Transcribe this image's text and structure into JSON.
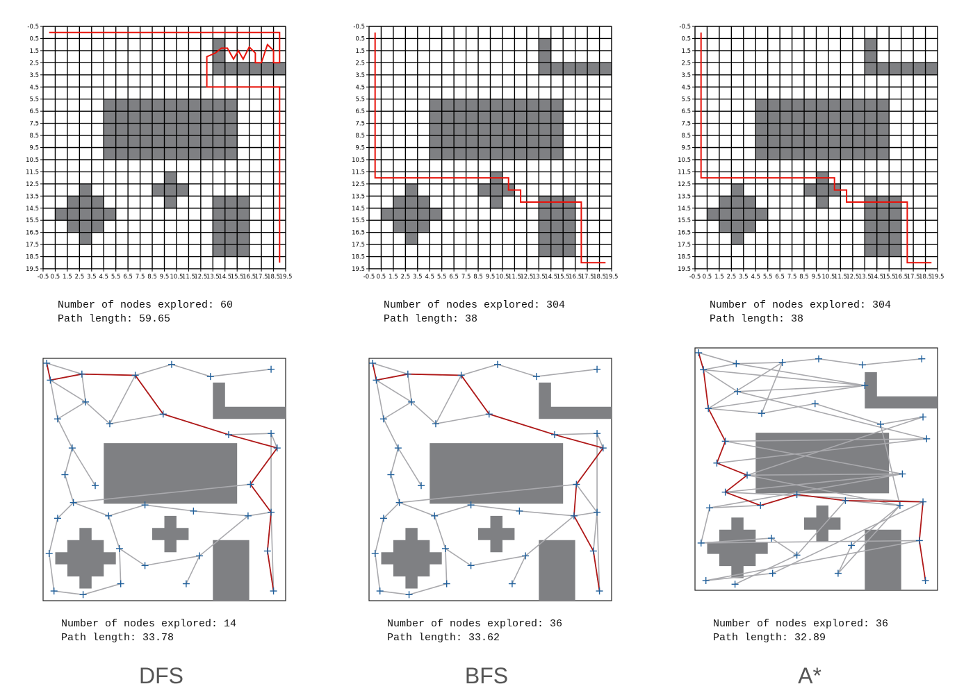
{
  "colors": {
    "path": "#e8120a",
    "roadmap_path": "#b01818",
    "obstacle": "#7f8083",
    "grid": "#000000",
    "edge": "#a9a9ad",
    "node": "#1f5f9b"
  },
  "grid": {
    "size": 20,
    "ytick_labels": [
      "-0.5",
      "0.5",
      "1.5",
      "2.5",
      "3.5",
      "4.5",
      "5.5",
      "6.5",
      "7.5",
      "8.5",
      "9.5",
      "10.5",
      "11.5",
      "12.5",
      "13.5",
      "14.5",
      "15.5",
      "16.5",
      "17.5",
      "18.5",
      "19.5"
    ],
    "xtick_labels": [
      "-0.5",
      "0.5",
      "1.5",
      "2.5",
      "3.5",
      "4.5",
      "5.5",
      "6.5",
      "7.5",
      "8.5",
      "9.5",
      "10.5",
      "11.5",
      "12.5",
      "13.5",
      "14.5",
      "15.5",
      "16.5",
      "17.5",
      "18.5",
      "19.5"
    ],
    "obstacle_cells": [
      [
        14,
        1
      ],
      [
        14,
        2
      ],
      [
        14,
        3
      ],
      [
        15,
        3
      ],
      [
        16,
        3
      ],
      [
        17,
        3
      ],
      [
        18,
        3
      ],
      [
        19,
        3
      ],
      [
        5,
        6
      ],
      [
        6,
        6
      ],
      [
        7,
        6
      ],
      [
        8,
        6
      ],
      [
        9,
        6
      ],
      [
        10,
        6
      ],
      [
        11,
        6
      ],
      [
        12,
        6
      ],
      [
        13,
        6
      ],
      [
        14,
        6
      ],
      [
        15,
        6
      ],
      [
        5,
        7
      ],
      [
        6,
        7
      ],
      [
        7,
        7
      ],
      [
        8,
        7
      ],
      [
        9,
        7
      ],
      [
        10,
        7
      ],
      [
        11,
        7
      ],
      [
        12,
        7
      ],
      [
        13,
        7
      ],
      [
        14,
        7
      ],
      [
        15,
        7
      ],
      [
        5,
        8
      ],
      [
        6,
        8
      ],
      [
        7,
        8
      ],
      [
        8,
        8
      ],
      [
        9,
        8
      ],
      [
        10,
        8
      ],
      [
        11,
        8
      ],
      [
        12,
        8
      ],
      [
        13,
        8
      ],
      [
        14,
        8
      ],
      [
        15,
        8
      ],
      [
        5,
        9
      ],
      [
        6,
        9
      ],
      [
        7,
        9
      ],
      [
        8,
        9
      ],
      [
        9,
        9
      ],
      [
        10,
        9
      ],
      [
        11,
        9
      ],
      [
        12,
        9
      ],
      [
        13,
        9
      ],
      [
        14,
        9
      ],
      [
        15,
        9
      ],
      [
        5,
        10
      ],
      [
        6,
        10
      ],
      [
        7,
        10
      ],
      [
        8,
        10
      ],
      [
        9,
        10
      ],
      [
        10,
        10
      ],
      [
        11,
        10
      ],
      [
        12,
        10
      ],
      [
        13,
        10
      ],
      [
        14,
        10
      ],
      [
        15,
        10
      ],
      [
        10,
        12
      ],
      [
        9,
        13
      ],
      [
        10,
        13
      ],
      [
        11,
        13
      ],
      [
        10,
        14
      ],
      [
        3,
        13
      ],
      [
        2,
        14
      ],
      [
        3,
        14
      ],
      [
        4,
        14
      ],
      [
        1,
        15
      ],
      [
        2,
        15
      ],
      [
        3,
        15
      ],
      [
        4,
        15
      ],
      [
        5,
        15
      ],
      [
        2,
        16
      ],
      [
        3,
        16
      ],
      [
        4,
        16
      ],
      [
        3,
        17
      ],
      [
        14,
        14
      ],
      [
        15,
        14
      ],
      [
        16,
        14
      ],
      [
        14,
        15
      ],
      [
        15,
        15
      ],
      [
        16,
        15
      ],
      [
        14,
        16
      ],
      [
        15,
        16
      ],
      [
        16,
        16
      ],
      [
        14,
        17
      ],
      [
        15,
        17
      ],
      [
        16,
        17
      ],
      [
        14,
        18
      ],
      [
        15,
        18
      ],
      [
        16,
        18
      ]
    ]
  },
  "panels": [
    {
      "name": "DFS",
      "grid_path": [
        [
          0,
          0
        ],
        [
          19,
          0
        ],
        [
          19,
          2.5
        ],
        [
          18.5,
          2.5
        ],
        [
          18.5,
          1.5
        ],
        [
          18,
          1
        ],
        [
          17.5,
          2.5
        ],
        [
          17,
          2.5
        ],
        [
          17,
          1.7
        ],
        [
          16.5,
          1.2
        ],
        [
          16,
          2.2
        ],
        [
          15.6,
          1.5
        ],
        [
          15.2,
          2.2
        ],
        [
          14.7,
          1.3
        ],
        [
          14.2,
          1.3
        ],
        [
          13.7,
          1.7
        ],
        [
          13,
          2
        ],
        [
          13,
          4.5
        ],
        [
          19,
          4.5
        ],
        [
          19,
          19
        ]
      ],
      "grid_stats": [
        "Number of nodes explored: 60",
        "Path length: 59.65"
      ],
      "roadmap_stats": [
        "Number of nodes explored: 14",
        "Path length: 33.78"
      ]
    },
    {
      "name": "BFS",
      "grid_path": [
        [
          0,
          0
        ],
        [
          0,
          12
        ],
        [
          11,
          12
        ],
        [
          11,
          13
        ],
        [
          12,
          13
        ],
        [
          12,
          14
        ],
        [
          17,
          14
        ],
        [
          17,
          19
        ],
        [
          19,
          19
        ]
      ],
      "grid_stats": [
        "Number of nodes explored: 304",
        "Path length: 38"
      ],
      "roadmap_stats": [
        "Number of nodes explored: 36",
        "Path length: 33.62"
      ]
    },
    {
      "name": "A*",
      "grid_path": [
        [
          0,
          0
        ],
        [
          0,
          12
        ],
        [
          11,
          12
        ],
        [
          11,
          13
        ],
        [
          12,
          13
        ],
        [
          12,
          14
        ],
        [
          17,
          14
        ],
        [
          17,
          19
        ],
        [
          19,
          19
        ]
      ],
      "grid_stats": [
        "Number of nodes explored: 304",
        "Path length: 38"
      ],
      "roadmap_stats": [
        "Number of nodes explored: 36",
        "Path length: 32.89"
      ]
    }
  ],
  "roadmap": {
    "obstacles": [
      [
        [
          14,
          2
        ],
        [
          15,
          2
        ],
        [
          15,
          4
        ],
        [
          20,
          4
        ],
        [
          20,
          5
        ],
        [
          14,
          5
        ]
      ],
      [
        [
          5,
          7
        ],
        [
          16,
          7
        ],
        [
          16,
          12
        ],
        [
          5,
          12
        ]
      ],
      [
        [
          10,
          13
        ],
        [
          11,
          13
        ],
        [
          11,
          14
        ],
        [
          12,
          14
        ],
        [
          12,
          15
        ],
        [
          11,
          15
        ],
        [
          11,
          16
        ],
        [
          10,
          16
        ],
        [
          10,
          15
        ],
        [
          9,
          15
        ],
        [
          9,
          14
        ],
        [
          10,
          14
        ]
      ],
      [
        [
          3,
          14
        ],
        [
          4,
          14
        ],
        [
          4,
          15
        ],
        [
          5,
          15
        ],
        [
          5,
          16
        ],
        [
          6,
          16
        ],
        [
          6,
          17
        ],
        [
          5,
          17
        ],
        [
          5,
          18
        ],
        [
          4,
          18
        ],
        [
          4,
          19
        ],
        [
          3,
          19
        ],
        [
          3,
          18
        ],
        [
          2,
          18
        ],
        [
          2,
          17
        ],
        [
          1,
          17
        ],
        [
          1,
          16
        ],
        [
          2,
          16
        ],
        [
          2,
          15
        ],
        [
          3,
          15
        ]
      ],
      [
        [
          14,
          15
        ],
        [
          17,
          15
        ],
        [
          17,
          20
        ],
        [
          14,
          20
        ]
      ]
    ],
    "nodes_a": [
      [
        0.3,
        0.4
      ],
      [
        0.6,
        1.8
      ],
      [
        3.2,
        1.3
      ],
      [
        7.6,
        1.4
      ],
      [
        10.6,
        0.5
      ],
      [
        13.8,
        1.5
      ],
      [
        18.8,
        0.9
      ],
      [
        3.5,
        3.6
      ],
      [
        1.2,
        5.0
      ],
      [
        5.5,
        5.4
      ],
      [
        9.9,
        4.6
      ],
      [
        15.3,
        6.3
      ],
      [
        18.8,
        6.2
      ],
      [
        19.3,
        7.4
      ],
      [
        2.4,
        7.4
      ],
      [
        1.8,
        9.6
      ],
      [
        4.3,
        10.5
      ],
      [
        17.1,
        10.4
      ],
      [
        2.5,
        11.9
      ],
      [
        1.2,
        13.2
      ],
      [
        5.4,
        13.0
      ],
      [
        8.4,
        12.1
      ],
      [
        12.4,
        12.6
      ],
      [
        16.9,
        13.0
      ],
      [
        18.8,
        12.7
      ],
      [
        0.5,
        16.1
      ],
      [
        6.3,
        15.7
      ],
      [
        8.4,
        17.1
      ],
      [
        12.9,
        16.3
      ],
      [
        18.5,
        15.9
      ],
      [
        6.4,
        18.6
      ],
      [
        0.9,
        19.2
      ],
      [
        3.3,
        19.5
      ],
      [
        11.8,
        18.6
      ],
      [
        19.0,
        19.2
      ]
    ],
    "nodes_c": [
      [
        0.3,
        0.4
      ],
      [
        0.7,
        1.8
      ],
      [
        3.4,
        1.3
      ],
      [
        7.2,
        1.2
      ],
      [
        10.2,
        0.9
      ],
      [
        13.8,
        1.4
      ],
      [
        18.7,
        0.9
      ],
      [
        14.0,
        3.1
      ],
      [
        3.5,
        3.6
      ],
      [
        1.1,
        5.0
      ],
      [
        5.5,
        5.4
      ],
      [
        9.9,
        4.6
      ],
      [
        15.3,
        6.3
      ],
      [
        18.8,
        5.7
      ],
      [
        19.1,
        7.5
      ],
      [
        2.5,
        7.7
      ],
      [
        1.8,
        9.5
      ],
      [
        4.3,
        10.5
      ],
      [
        17.1,
        10.4
      ],
      [
        2.5,
        11.9
      ],
      [
        1.2,
        13.2
      ],
      [
        5.4,
        13.0
      ],
      [
        8.4,
        12.1
      ],
      [
        12.4,
        12.6
      ],
      [
        16.9,
        13.0
      ],
      [
        18.8,
        12.7
      ],
      [
        0.5,
        16.1
      ],
      [
        6.3,
        15.7
      ],
      [
        8.4,
        17.1
      ],
      [
        12.9,
        16.3
      ],
      [
        18.5,
        15.9
      ],
      [
        6.4,
        18.6
      ],
      [
        0.9,
        19.2
      ],
      [
        3.3,
        19.5
      ],
      [
        11.8,
        18.6
      ],
      [
        19.0,
        19.2
      ]
    ],
    "edges": [
      [
        0,
        1
      ],
      [
        0,
        2
      ],
      [
        1,
        2
      ],
      [
        2,
        3
      ],
      [
        3,
        4
      ],
      [
        4,
        5
      ],
      [
        5,
        6
      ],
      [
        1,
        7
      ],
      [
        2,
        7
      ],
      [
        7,
        8
      ],
      [
        3,
        9
      ],
      [
        3,
        10
      ],
      [
        7,
        9
      ],
      [
        9,
        10
      ],
      [
        10,
        11
      ],
      [
        11,
        12
      ],
      [
        12,
        13
      ],
      [
        8,
        14
      ],
      [
        14,
        15
      ],
      [
        14,
        16
      ],
      [
        15,
        18
      ],
      [
        13,
        17
      ],
      [
        17,
        18
      ],
      [
        17,
        24
      ],
      [
        18,
        19
      ],
      [
        18,
        20
      ],
      [
        19,
        25
      ],
      [
        20,
        21
      ],
      [
        21,
        22
      ],
      [
        22,
        23
      ],
      [
        23,
        24
      ],
      [
        23,
        28
      ],
      [
        24,
        29
      ],
      [
        25,
        31
      ],
      [
        26,
        27
      ],
      [
        27,
        28
      ],
      [
        26,
        30
      ],
      [
        30,
        32
      ],
      [
        31,
        32
      ],
      [
        24,
        34
      ],
      [
        29,
        34
      ],
      [
        12,
        24
      ],
      [
        1,
        8
      ],
      [
        20,
        26
      ],
      [
        28,
        33
      ]
    ],
    "path_a": [
      [
        0,
        1
      ],
      [
        1,
        2
      ],
      [
        2,
        3
      ],
      [
        3,
        10
      ],
      [
        10,
        11
      ],
      [
        11,
        13
      ],
      [
        13,
        17
      ],
      [
        17,
        24
      ],
      [
        24,
        29
      ],
      [
        29,
        34
      ]
    ],
    "path_b": [
      [
        0,
        1
      ],
      [
        1,
        2
      ],
      [
        2,
        3
      ],
      [
        3,
        10
      ],
      [
        10,
        11
      ],
      [
        11,
        13
      ],
      [
        13,
        17
      ],
      [
        17,
        23
      ],
      [
        23,
        29
      ],
      [
        29,
        34
      ]
    ],
    "path_c": [
      [
        0,
        1
      ],
      [
        1,
        9
      ],
      [
        9,
        15
      ],
      [
        15,
        16
      ],
      [
        16,
        17
      ],
      [
        17,
        19
      ],
      [
        19,
        21
      ],
      [
        21,
        22
      ],
      [
        22,
        23
      ],
      [
        23,
        25
      ],
      [
        25,
        30
      ],
      [
        30,
        35
      ]
    ]
  }
}
